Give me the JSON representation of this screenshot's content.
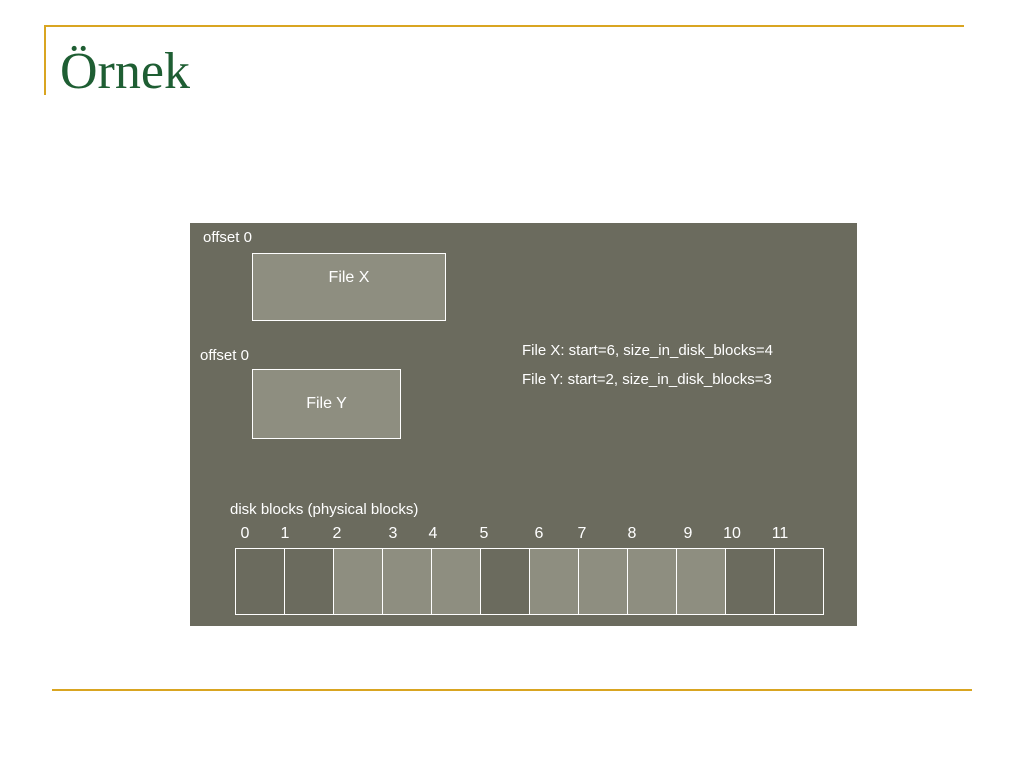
{
  "slide": {
    "title": "Örnek"
  },
  "diagram": {
    "file_x": {
      "offset_label": "offset 0",
      "name": "File X",
      "description": "File X: start=6, size_in_disk_blocks=4",
      "start": 6,
      "size_in_disk_blocks": 4
    },
    "file_y": {
      "offset_label": "offset 0",
      "name": "File Y",
      "description": "File Y: start=2, size_in_disk_blocks=3",
      "start": 2,
      "size_in_disk_blocks": 3
    },
    "disk_blocks_label": "disk blocks (physical blocks)",
    "blocks": [
      {
        "number": "0",
        "used": false
      },
      {
        "number": "1",
        "used": false
      },
      {
        "number": "2",
        "used": true
      },
      {
        "number": "3",
        "used": true
      },
      {
        "number": "4",
        "used": true
      },
      {
        "number": "5",
        "used": false
      },
      {
        "number": "6",
        "used": true
      },
      {
        "number": "7",
        "used": true
      },
      {
        "number": "8",
        "used": true
      },
      {
        "number": "9",
        "used": true
      },
      {
        "number": "10",
        "used": false
      },
      {
        "number": "11",
        "used": false
      }
    ],
    "colors": {
      "background": "#6b6b5e",
      "used_block": "#8e8e80",
      "free_block": "#6b6b5e",
      "accent_rule": "#d9a521",
      "title": "#1e5e33"
    }
  }
}
